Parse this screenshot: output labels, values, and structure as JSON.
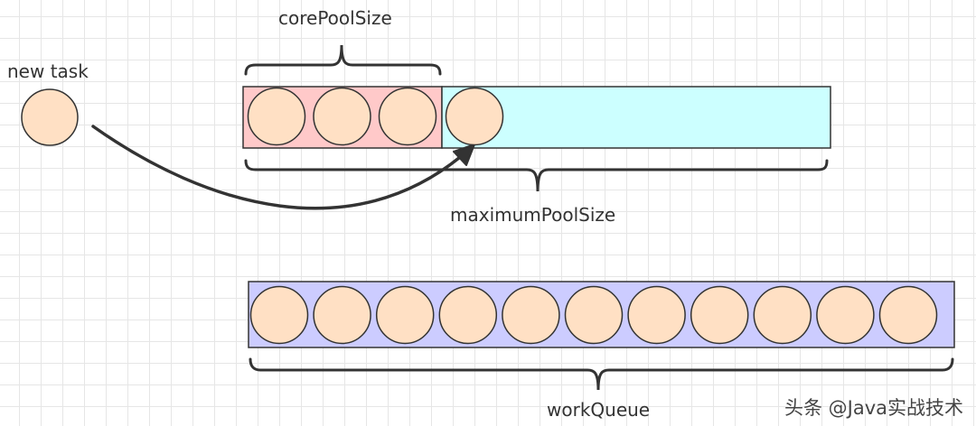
{
  "labels": {
    "new_task": "new task",
    "core_pool_size": "corePoolSize",
    "maximum_pool_size": "maximumPoolSize",
    "work_queue": "workQueue"
  },
  "watermark": "头条 @Java实战技术",
  "pool": {
    "core_threads": 3,
    "non_core_threads": 1,
    "queue_tasks": 11
  },
  "colors": {
    "core_area": "#ffc9c9",
    "non_core_area": "#ccffff",
    "queue_area": "#ccccff",
    "task": "#ffe0c4",
    "stroke": "#333333"
  }
}
